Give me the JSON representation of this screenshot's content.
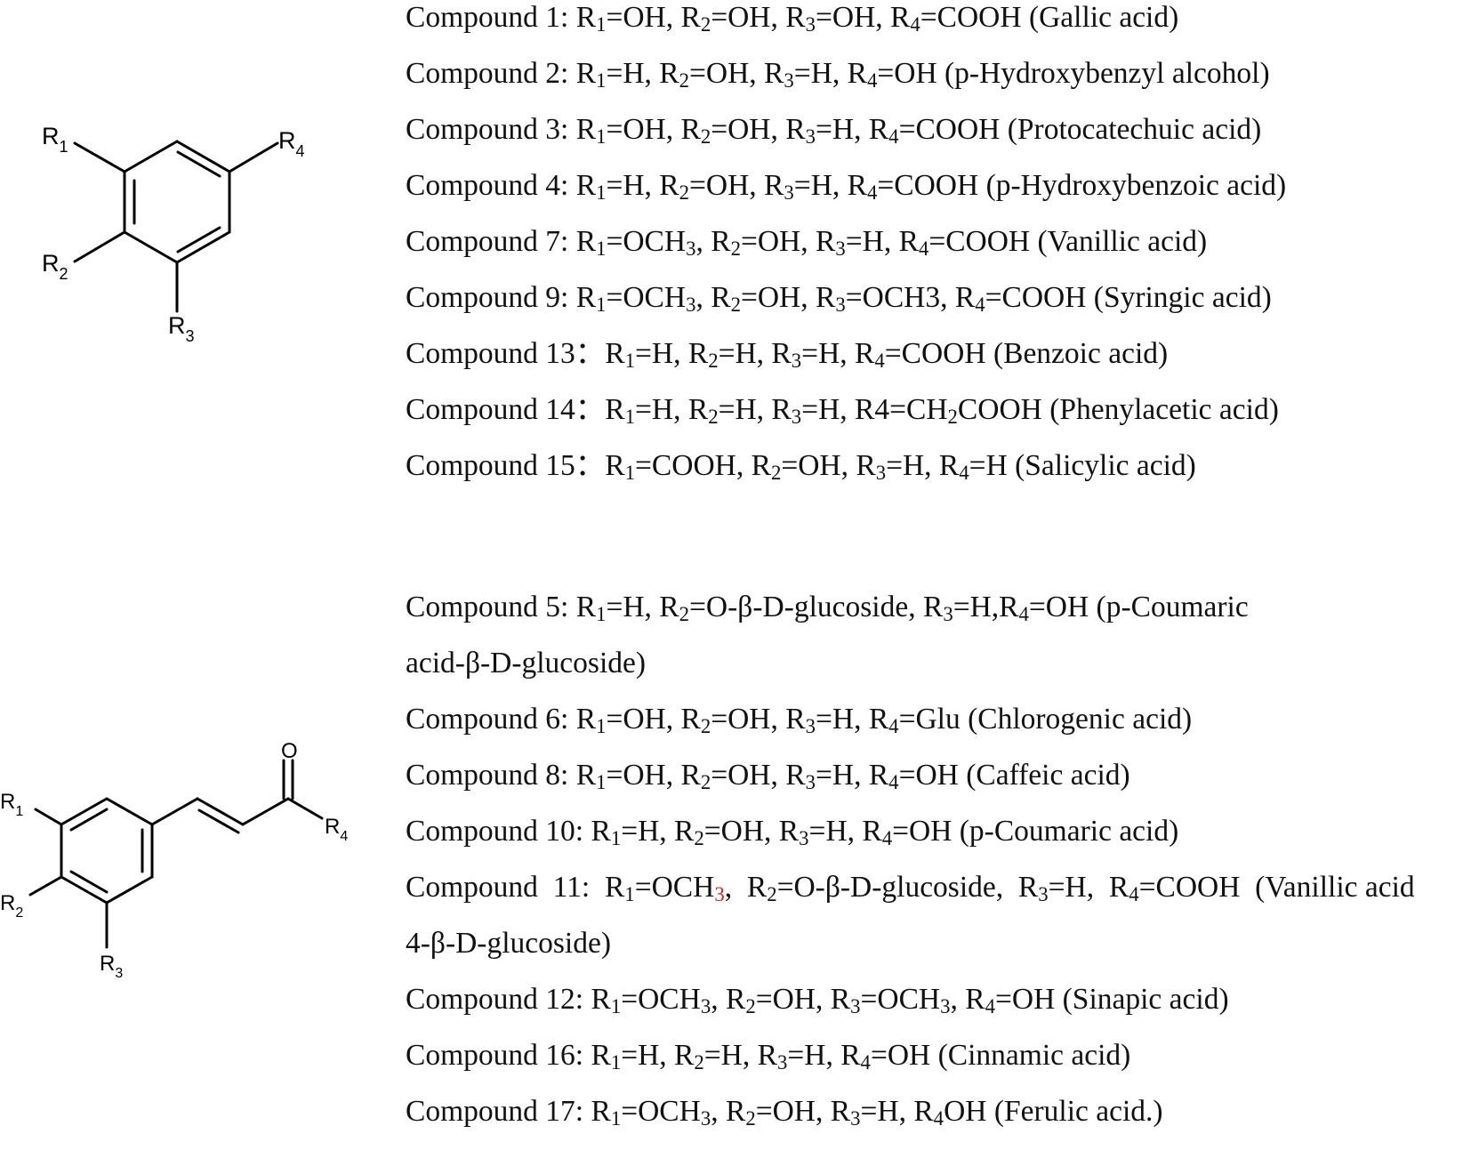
{
  "structure1": {
    "labels": {
      "r1": "R",
      "r1_sub": "1",
      "r2": "R",
      "r2_sub": "2",
      "r3": "R",
      "r3_sub": "3",
      "r4": "R",
      "r4_sub": "4"
    }
  },
  "structure2": {
    "labels": {
      "o": "O",
      "r1": "R",
      "r1_sub": "1",
      "r2": "R",
      "r2_sub": "2",
      "r3": "R",
      "r3_sub": "3",
      "r4": "R",
      "r4_sub": "4"
    }
  },
  "benzoic_series": [
    {
      "name": "compound-1",
      "segments": [
        [
          "Compound 1: R",
          ""
        ],
        [
          "1",
          "s"
        ],
        [
          "=OH, R",
          ""
        ],
        [
          "2",
          "s"
        ],
        [
          "=OH, R",
          ""
        ],
        [
          "3",
          "s"
        ],
        [
          "=OH, R",
          ""
        ],
        [
          "4",
          "s"
        ],
        [
          "=COOH (Gallic acid)",
          ""
        ]
      ]
    },
    {
      "name": "compound-2",
      "segments": [
        [
          "Compound 2: R",
          ""
        ],
        [
          "1",
          "s"
        ],
        [
          "=H, R",
          ""
        ],
        [
          "2",
          "s"
        ],
        [
          "=OH, R",
          ""
        ],
        [
          "3",
          "s"
        ],
        [
          "=H, R",
          ""
        ],
        [
          "4",
          "s"
        ],
        [
          "=OH (p-Hydroxybenzyl alcohol)",
          ""
        ]
      ]
    },
    {
      "name": "compound-3",
      "segments": [
        [
          "Compound 3: R",
          ""
        ],
        [
          "1",
          "s"
        ],
        [
          "=OH, R",
          ""
        ],
        [
          "2",
          "s"
        ],
        [
          "=OH, R",
          ""
        ],
        [
          "3",
          "s"
        ],
        [
          "=H, R",
          ""
        ],
        [
          "4",
          "s"
        ],
        [
          "=COOH (Protocatechuic acid)",
          ""
        ]
      ]
    },
    {
      "name": "compound-4",
      "segments": [
        [
          "Compound 4: R",
          ""
        ],
        [
          "1",
          "s"
        ],
        [
          "=H, R",
          ""
        ],
        [
          "2",
          "s"
        ],
        [
          "=OH, R",
          ""
        ],
        [
          "3",
          "s"
        ],
        [
          "=H, R",
          ""
        ],
        [
          "4",
          "s"
        ],
        [
          "=COOH (p-Hydroxybenzoic acid)",
          ""
        ]
      ]
    },
    {
      "name": "compound-7",
      "segments": [
        [
          "Compound 7: R",
          ""
        ],
        [
          "1",
          "s"
        ],
        [
          "=OCH",
          ""
        ],
        [
          "3",
          "s"
        ],
        [
          ", R",
          ""
        ],
        [
          "2",
          "s"
        ],
        [
          "=OH, R",
          ""
        ],
        [
          "3",
          "s"
        ],
        [
          "=H, R",
          ""
        ],
        [
          "4",
          "s"
        ],
        [
          "=COOH (Vanillic acid)",
          ""
        ]
      ]
    },
    {
      "name": "compound-9",
      "segments": [
        [
          "Compound 9: R",
          ""
        ],
        [
          "1",
          "s"
        ],
        [
          "=OCH",
          ""
        ],
        [
          "3",
          "s"
        ],
        [
          ", R",
          ""
        ],
        [
          "2",
          "s"
        ],
        [
          "=OH, R",
          ""
        ],
        [
          "3",
          "s"
        ],
        [
          "=OCH3, R",
          ""
        ],
        [
          "4",
          "s"
        ],
        [
          "=COOH (Syringic acid)",
          ""
        ]
      ]
    },
    {
      "name": "compound-13",
      "segments": [
        [
          "Compound 13：R",
          ""
        ],
        [
          "1",
          "s"
        ],
        [
          "=H, R",
          ""
        ],
        [
          "2",
          "s"
        ],
        [
          "=H, R",
          ""
        ],
        [
          "3",
          "s"
        ],
        [
          "=H, R",
          ""
        ],
        [
          "4",
          "s"
        ],
        [
          "=COOH (Benzoic acid)",
          ""
        ]
      ]
    },
    {
      "name": "compound-14",
      "segments": [
        [
          "Compound 14：R",
          ""
        ],
        [
          "1",
          "s"
        ],
        [
          "=H, R",
          ""
        ],
        [
          "2",
          "s"
        ],
        [
          "=H, R",
          ""
        ],
        [
          "3",
          "s"
        ],
        [
          "=H, R4=CH",
          ""
        ],
        [
          "2",
          "s"
        ],
        [
          "COOH (Phenylacetic acid)",
          ""
        ]
      ]
    },
    {
      "name": "compound-15",
      "segments": [
        [
          "Compound 15：R",
          ""
        ],
        [
          "1",
          "s"
        ],
        [
          "=COOH, R",
          ""
        ],
        [
          "2",
          "s"
        ],
        [
          "=OH, R",
          ""
        ],
        [
          "3",
          "s"
        ],
        [
          "=H, R",
          ""
        ],
        [
          "4",
          "s"
        ],
        [
          "=H (Salicylic acid)",
          ""
        ]
      ]
    }
  ],
  "cinnamic_series": [
    {
      "name": "compound-5",
      "segments": [
        [
          "Compound 5: R",
          ""
        ],
        [
          "1",
          "s"
        ],
        [
          "=H, R",
          ""
        ],
        [
          "2",
          "s"
        ],
        [
          "=O-β-D-glucoside, R",
          ""
        ],
        [
          "3",
          "s"
        ],
        [
          "=H,R",
          ""
        ],
        [
          "4",
          "s"
        ],
        [
          "=OH (p-Coumaric",
          ""
        ]
      ]
    },
    {
      "name": "compound-5-cont",
      "segments": [
        [
          "acid-β-D-glucoside)",
          ""
        ]
      ]
    },
    {
      "name": "compound-6",
      "segments": [
        [
          "Compound 6: R",
          ""
        ],
        [
          "1",
          "s"
        ],
        [
          "=OH, R",
          ""
        ],
        [
          "2",
          "s"
        ],
        [
          "=OH, R",
          ""
        ],
        [
          "3",
          "s"
        ],
        [
          "=H, R",
          ""
        ],
        [
          "4",
          "s"
        ],
        [
          "=Glu (Chlorogenic acid)",
          ""
        ]
      ]
    },
    {
      "name": "compound-8",
      "segments": [
        [
          "Compound 8: R",
          ""
        ],
        [
          "1",
          "s"
        ],
        [
          "=OH, R",
          ""
        ],
        [
          "2",
          "s"
        ],
        [
          "=OH, R",
          ""
        ],
        [
          "3",
          "s"
        ],
        [
          "=H, R",
          ""
        ],
        [
          "4",
          "s"
        ],
        [
          "=OH (Caffeic acid)",
          ""
        ]
      ]
    },
    {
      "name": "compound-10",
      "segments": [
        [
          "Compound 10: R",
          ""
        ],
        [
          "1",
          "s"
        ],
        [
          "=H, R",
          ""
        ],
        [
          "2",
          "s"
        ],
        [
          "=OH, R",
          ""
        ],
        [
          "3",
          "s"
        ],
        [
          "=H, R",
          ""
        ],
        [
          "4",
          "s"
        ],
        [
          "=OH (p-Coumaric acid)",
          ""
        ]
      ]
    },
    {
      "name": "compound-11",
      "segments": [
        [
          "Compound  11:  R",
          ""
        ],
        [
          "1",
          "s"
        ],
        [
          "=OCH",
          ""
        ],
        [
          "3",
          "sr"
        ],
        [
          ",  R",
          ""
        ],
        [
          "2",
          "s"
        ],
        [
          "=O-β-D-glucoside,  R",
          ""
        ],
        [
          "3",
          "s"
        ],
        [
          "=H,  R",
          ""
        ],
        [
          "4",
          "s"
        ],
        [
          "=COOH  (Vanillic acid",
          ""
        ]
      ]
    },
    {
      "name": "compound-11-cont",
      "segments": [
        [
          "4-β-D-glucoside)",
          ""
        ]
      ]
    },
    {
      "name": "compound-12",
      "segments": [
        [
          "Compound 12: R",
          ""
        ],
        [
          "1",
          "s"
        ],
        [
          "=OCH",
          ""
        ],
        [
          "3",
          "s"
        ],
        [
          ", R",
          ""
        ],
        [
          "2",
          "s"
        ],
        [
          "=OH, R",
          ""
        ],
        [
          "3",
          "s"
        ],
        [
          "=OCH",
          ""
        ],
        [
          "3",
          "s"
        ],
        [
          ", R",
          ""
        ],
        [
          "4",
          "s"
        ],
        [
          "=OH (Sinapic acid)",
          ""
        ]
      ]
    },
    {
      "name": "compound-16",
      "segments": [
        [
          "Compound 16: R",
          ""
        ],
        [
          "1",
          "s"
        ],
        [
          "=H, R",
          ""
        ],
        [
          "2",
          "s"
        ],
        [
          "=H, R",
          ""
        ],
        [
          "3",
          "s"
        ],
        [
          "=H, R",
          ""
        ],
        [
          "4",
          "s"
        ],
        [
          "=OH (Cinnamic acid)",
          ""
        ]
      ]
    },
    {
      "name": "compound-17",
      "segments": [
        [
          "Compound 17: R",
          ""
        ],
        [
          "1",
          "s"
        ],
        [
          "=OCH",
          ""
        ],
        [
          "3",
          "s"
        ],
        [
          ", R",
          ""
        ],
        [
          "2",
          "s"
        ],
        [
          "=OH, R",
          ""
        ],
        [
          "3",
          "s"
        ],
        [
          "=H, R",
          ""
        ],
        [
          "4",
          "s"
        ],
        [
          "OH (Ferulic acid.)",
          ""
        ]
      ]
    }
  ]
}
